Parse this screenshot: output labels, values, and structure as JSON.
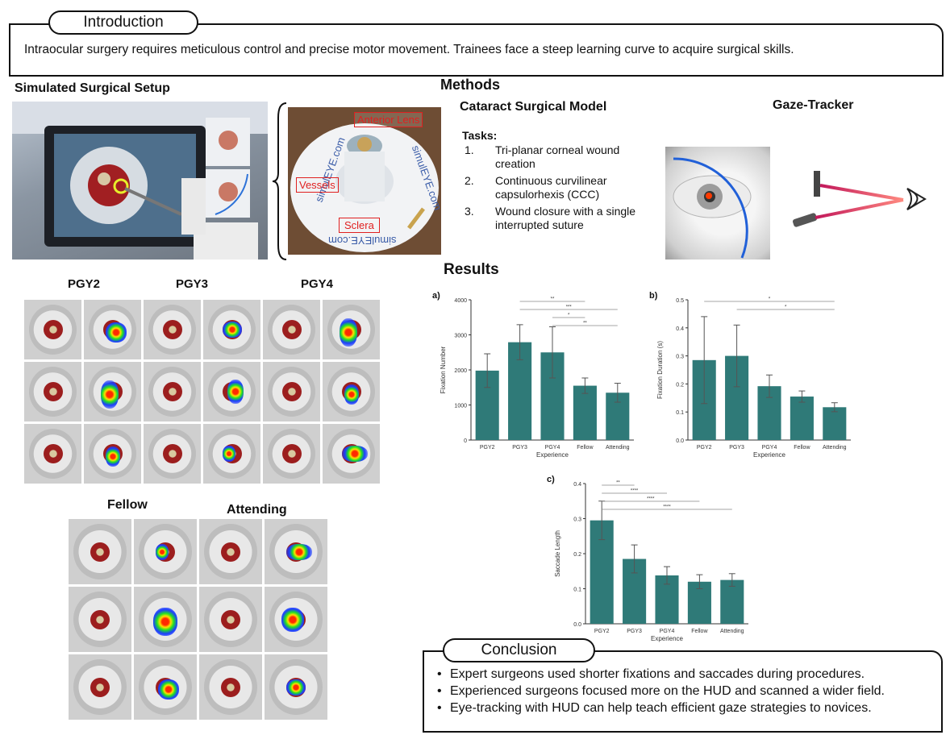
{
  "introduction": {
    "heading": "Introduction",
    "text": "Intraocular surgery requires meticulous control and precise motor movement. Trainees face a steep learning curve to acquire surgical skills."
  },
  "setup": {
    "title": "Simulated Surgical Setup",
    "labels": [
      "Anterior Lens",
      "Vessels",
      "Sclera"
    ],
    "model_text": [
      "simulEYE.com",
      "simulEYE.com",
      "simulEYE.com"
    ]
  },
  "methods": {
    "title": "Methods",
    "model_title": "Cataract Surgical Model",
    "tasks_label": "Tasks:",
    "tasks": [
      {
        "num": "1.",
        "text": "Tri-planar corneal wound creation"
      },
      {
        "num": "2.",
        "text": "Continuous curvilinear capsulorhexis (CCC)"
      },
      {
        "num": "3.",
        "text": "Wound closure with a single interrupted suture"
      }
    ],
    "tracker_title": "Gaze-Tracker"
  },
  "heatmaps": {
    "groups_top": [
      "PGY2",
      "PGY3",
      "PGY4"
    ],
    "groups_bottom": [
      "Fellow",
      "Attending"
    ]
  },
  "results": {
    "title": "Results"
  },
  "chart_data": [
    {
      "type": "bar",
      "panel": "a)",
      "categories": [
        "PGY2",
        "PGY3",
        "PGY4",
        "Fellow",
        "Attending"
      ],
      "values": [
        1980,
        2790,
        2500,
        1550,
        1350
      ],
      "errors": [
        480,
        500,
        730,
        220,
        270
      ],
      "xlabel": "Experience",
      "ylabel": "Fixation Number",
      "ylim": [
        0,
        4000
      ],
      "yticks": [
        "0",
        "1000",
        "2000",
        "3000",
        "4000"
      ],
      "significance": [
        {
          "from": "PGY3",
          "to": "Fellow",
          "label": "**"
        },
        {
          "from": "PGY3",
          "to": "Attending",
          "label": "***"
        },
        {
          "from": "PGY4",
          "to": "Fellow",
          "label": "*"
        },
        {
          "from": "PGY4",
          "to": "Attending",
          "label": "**"
        }
      ],
      "color": "#2f7a78"
    },
    {
      "type": "bar",
      "panel": "b)",
      "categories": [
        "PGY2",
        "PGY3",
        "PGY4",
        "Fellow",
        "Attending"
      ],
      "values": [
        0.285,
        0.3,
        0.192,
        0.155,
        0.117
      ],
      "errors": [
        0.155,
        0.11,
        0.04,
        0.02,
        0.016
      ],
      "xlabel": "Experience",
      "ylabel": "Fixation Duration (s)",
      "ylim": [
        0,
        0.5
      ],
      "yticks": [
        "0.0",
        "0.1",
        "0.2",
        "0.3",
        "0.4",
        "0.5"
      ],
      "significance": [
        {
          "from": "PGY2",
          "to": "Attending",
          "label": "*"
        },
        {
          "from": "PGY3",
          "to": "Attending",
          "label": "*"
        }
      ],
      "color": "#2f7a78"
    },
    {
      "type": "bar",
      "panel": "c)",
      "categories": [
        "PGY2",
        "PGY3",
        "PGY4",
        "Fellow",
        "Attending"
      ],
      "values": [
        0.295,
        0.185,
        0.138,
        0.12,
        0.125
      ],
      "errors": [
        0.055,
        0.04,
        0.025,
        0.02,
        0.018
      ],
      "xlabel": "Experience",
      "ylabel": "Saccade Length",
      "ylim": [
        0,
        0.4
      ],
      "yticks": [
        "0.0",
        "0.1",
        "0.2",
        "0.3",
        "0.4"
      ],
      "significance": [
        {
          "from": "PGY2",
          "to": "PGY3",
          "label": "**"
        },
        {
          "from": "PGY2",
          "to": "PGY4",
          "label": "****"
        },
        {
          "from": "PGY2",
          "to": "Fellow",
          "label": "****"
        },
        {
          "from": "PGY2",
          "to": "Attending",
          "label": "****"
        }
      ],
      "color": "#2f7a78"
    }
  ],
  "conclusion": {
    "heading": "Conclusion",
    "bullets": [
      "Expert surgeons used shorter fixations and saccades during procedures.",
      "Experienced surgeons focused more on the HUD and scanned a wider field.",
      "Eye-tracking with HUD can help teach efficient gaze strategies to novices."
    ]
  }
}
